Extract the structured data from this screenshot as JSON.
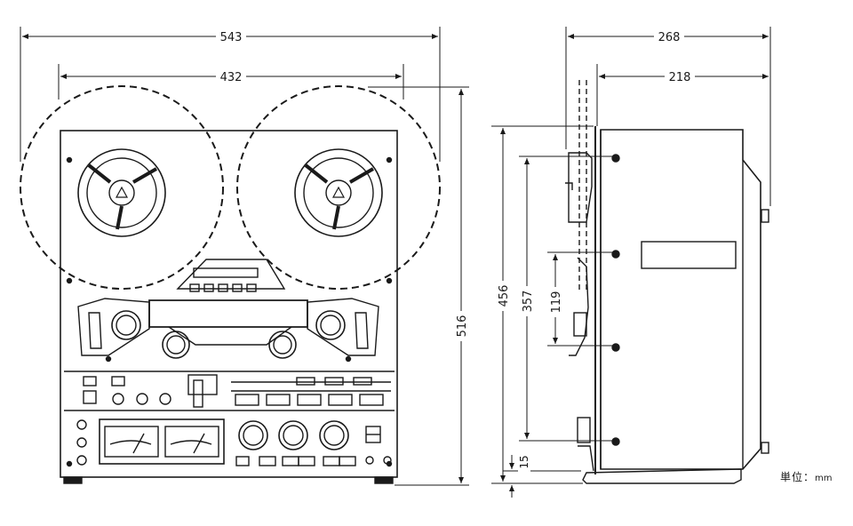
{
  "front_view": {
    "overall_width": "543",
    "reel_spacing": "432",
    "overall_height": "516"
  },
  "side_view": {
    "overall_depth": "268",
    "body_depth": "218",
    "panel_height": "456",
    "mount_spacing": "357",
    "inner_spacing": "119",
    "foot_height": "15"
  },
  "unit_label": {
    "text": "単位：",
    "value": "mm"
  }
}
